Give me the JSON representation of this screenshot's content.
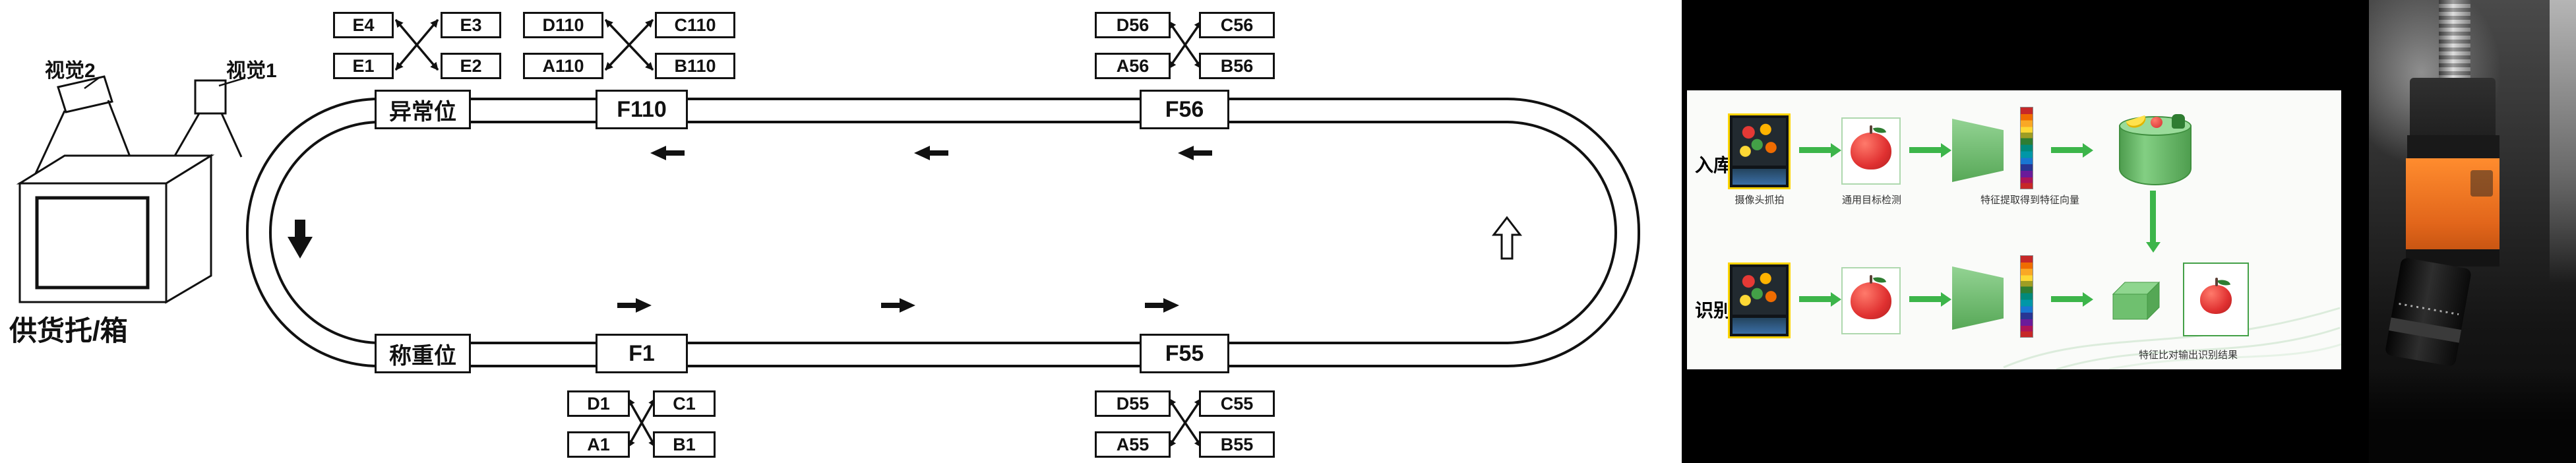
{
  "diagram": {
    "labels": {
      "vision2": "视觉2",
      "vision1": "视觉1",
      "supply": "供货托/箱"
    },
    "stations": {
      "abnormal": "异常位",
      "f110": "F110",
      "f56": "F56",
      "weigh": "称重位",
      "f1": "F1",
      "f55": "F55"
    },
    "groups": {
      "e": [
        "E4",
        "E3",
        "E1",
        "E2"
      ],
      "g110": [
        "D110",
        "C110",
        "A110",
        "B110"
      ],
      "g56": [
        "D56",
        "C56",
        "A56",
        "B56"
      ],
      "g1": [
        "D1",
        "C1",
        "A1",
        "B1"
      ],
      "g55": [
        "D55",
        "C55",
        "A55",
        "B55"
      ]
    }
  },
  "slide": {
    "rows": {
      "storage": "入库",
      "recognize": "识别"
    },
    "captions": {
      "camera": "摄像头抓拍",
      "detect": "通用目标检测",
      "feature": "特征提取得到特征向量",
      "result": "特征比对输出识别结果"
    },
    "colors": {
      "arrow_green": "#3cb54a",
      "highlight_yellow": "#ffd400"
    }
  }
}
